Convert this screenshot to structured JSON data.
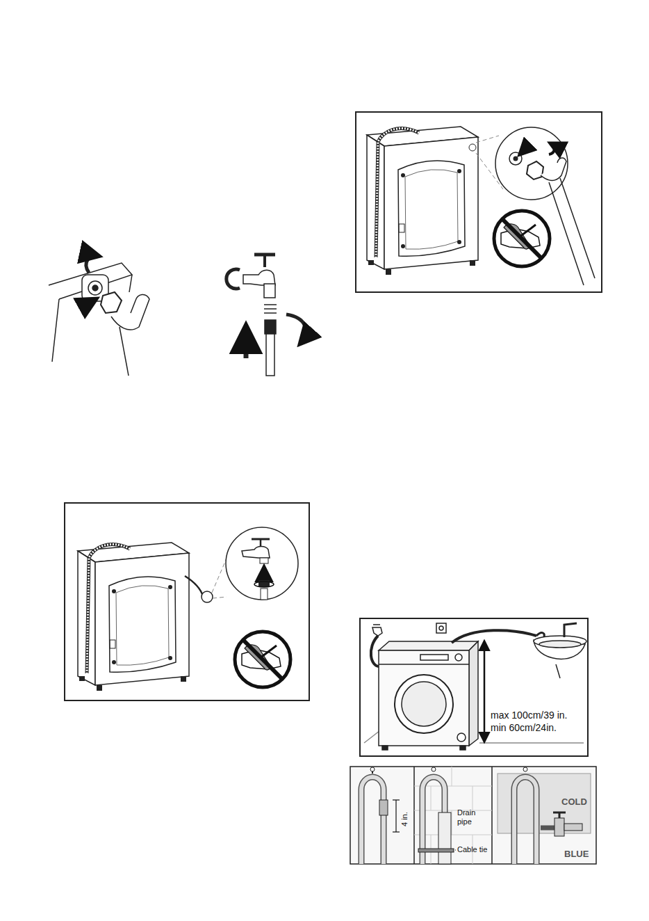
{
  "diagram": {
    "labels": [
      "max 100cm/39 in.",
      "min 60cm/24in.",
      "4 in.",
      "Drain pipe",
      "Cable tie",
      "COLD",
      "BLUE"
    ]
  }
}
